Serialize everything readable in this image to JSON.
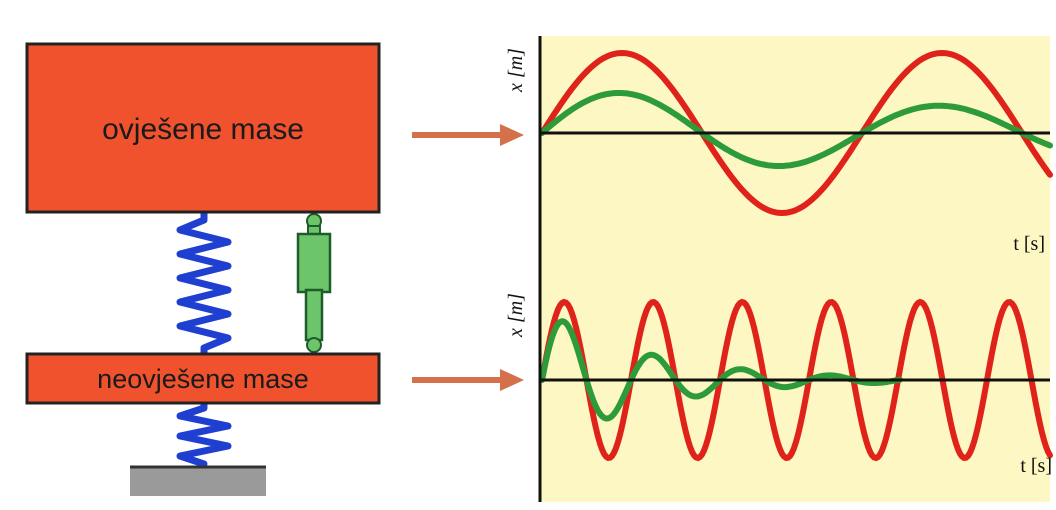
{
  "diagram": {
    "sprung_mass_label": "ovješene mase",
    "unsprung_mass_label": "neovješene mase"
  },
  "graphs": {
    "top": {
      "ylabel": "x [m]",
      "xlabel": "t [s]"
    },
    "bottom": {
      "ylabel": "x [m]",
      "xlabel": "t [s]"
    }
  },
  "colors": {
    "mass_fill": "#f0522e",
    "mass_stroke": "#222222",
    "spring": "#1f3fd1",
    "damper_fill": "#6cc46b",
    "damper_stroke": "#1e5c2a",
    "ground": "#9a9a9a",
    "arrow": "#d4704a",
    "plot_bg": "#fdf7c3",
    "undamped_curve": "#e0231a",
    "damped_curve": "#2e9b3b",
    "axis": "#111111"
  }
}
